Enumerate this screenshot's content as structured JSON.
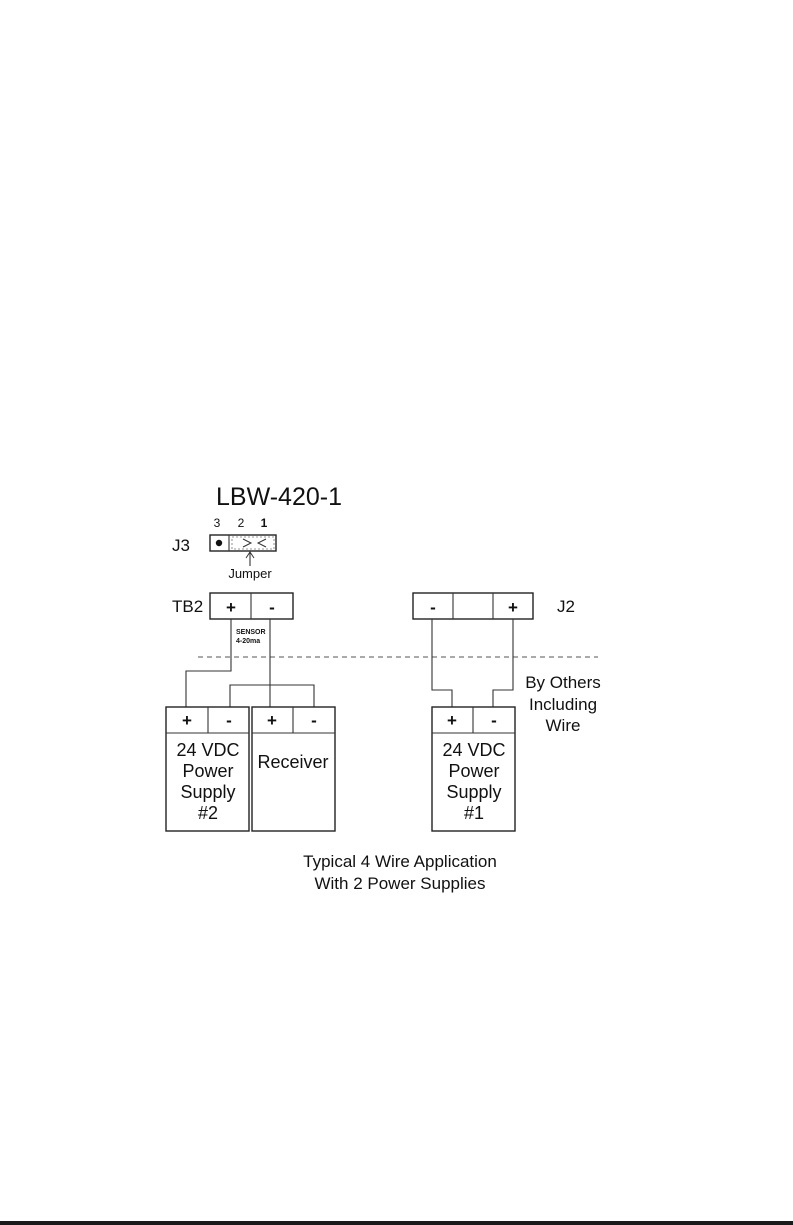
{
  "title": "LBW-420-1",
  "j3": {
    "label": "J3",
    "pin3": "3",
    "pin2": "2",
    "pin1": "1",
    "jumper_label": "Jumper"
  },
  "tb2": {
    "label": "TB2",
    "plus": "+",
    "minus": "-",
    "sensor_line1": "SENSOR",
    "sensor_line2": "4-20ma"
  },
  "j2": {
    "label": "J2",
    "left": "-",
    "right": "+"
  },
  "by_others": [
    "By Others",
    "Including",
    "Wire"
  ],
  "ps2": {
    "plus": "+",
    "minus": "-",
    "lines": [
      "24 VDC",
      "Power",
      "Supply",
      "#2"
    ]
  },
  "receiver": {
    "plus": "+",
    "minus": "-",
    "label": "Receiver"
  },
  "ps1": {
    "plus": "+",
    "minus": "-",
    "lines": [
      "24 VDC",
      "Power",
      "Supply",
      "#1"
    ]
  },
  "caption": [
    "Typical 4 Wire Application",
    "With 2 Power Supplies"
  ]
}
